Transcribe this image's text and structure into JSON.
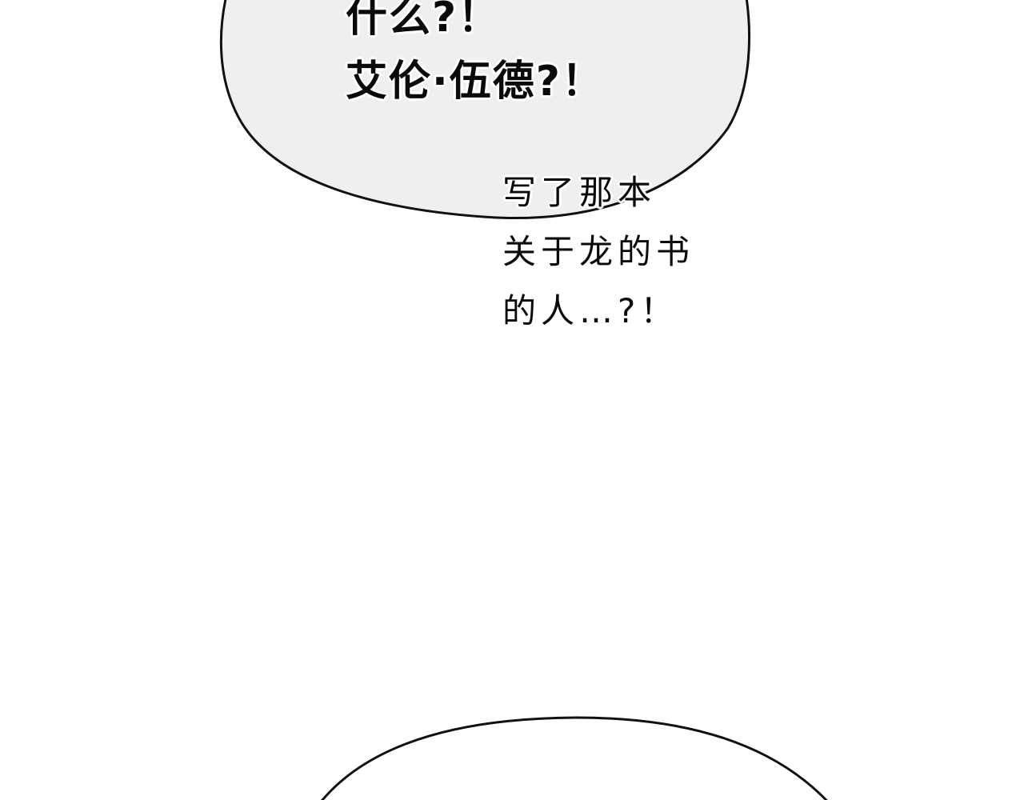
{
  "panel": {
    "background": "#ffffff",
    "top_bubble": {
      "fill": "#efefef",
      "stroke": "#111111",
      "lines": [
        "什么?！",
        "艾伦·伍德?！"
      ]
    },
    "side_text": {
      "lines": [
        "写了那本",
        "关于龙的书",
        "的人…?！"
      ]
    },
    "bottom_bubble": {
      "fill": "#ffffff",
      "stroke": "#111111"
    }
  }
}
